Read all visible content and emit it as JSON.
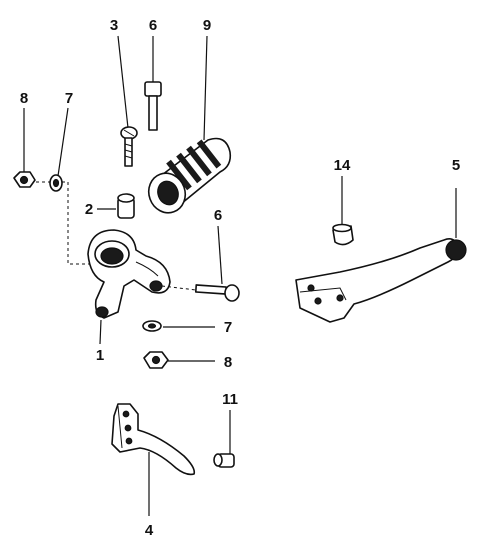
{
  "callouts": {
    "c1": "1",
    "c2": "2",
    "c3": "3",
    "c4": "4",
    "c5": "5",
    "c6a": "6",
    "c6b": "6",
    "c7a": "7",
    "c7b": "7",
    "c8a": "8",
    "c8b": "8",
    "c9": "9",
    "c11": "11",
    "c14": "14"
  },
  "colors": {
    "ink": "#111111",
    "background": "#ffffff"
  }
}
